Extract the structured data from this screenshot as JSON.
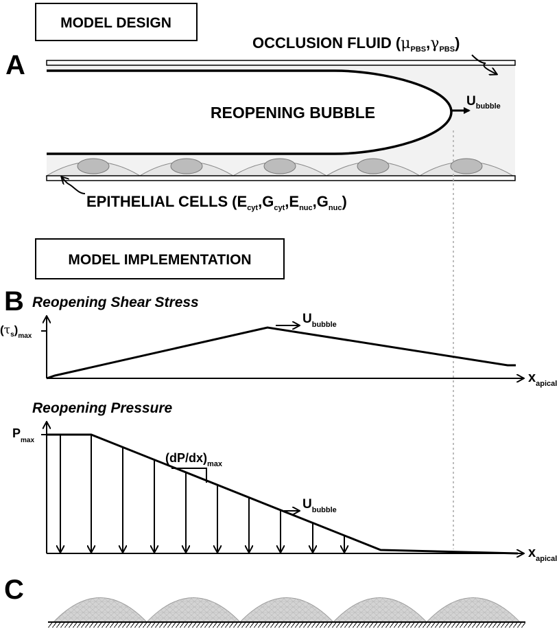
{
  "panels": {
    "a": {
      "letter": "A",
      "title": "MODEL DESIGN",
      "fluid_label": "OCCLUSION FLUID",
      "fluid_mu": "μ",
      "fluid_mu_sub": "PBS",
      "fluid_gamma": "γ",
      "fluid_gamma_sub": "PBS",
      "bubble_label": "REOPENING BUBBLE",
      "u_symbol": "U",
      "u_sub": "bubble",
      "cells_label": "EPITHELIAL CELLS",
      "cells_params": [
        {
          "sym": "E",
          "sub": "cyt"
        },
        {
          "sym": "G",
          "sub": "cyt"
        },
        {
          "sym": "E",
          "sub": "nuc"
        },
        {
          "sym": "G",
          "sub": "nuc"
        }
      ]
    },
    "b": {
      "letter": "B",
      "title": "MODEL IMPLEMENTATION",
      "shear": {
        "title": "Reopening Shear Stress",
        "y_tau": "τ",
        "y_sub_s": "s",
        "y_sub_max": "max",
        "u_symbol": "U",
        "u_sub": "bubble",
        "x_symbol": "x",
        "x_sub": "apical"
      },
      "pressure": {
        "title": "Reopening Pressure",
        "y_symbol": "P",
        "y_sub": "max",
        "slope_label": "(dP/dx)",
        "slope_sub": "max",
        "u_symbol": "U",
        "u_sub": "bubble",
        "x_symbol": "x",
        "x_sub": "apical"
      }
    },
    "c": {
      "letter": "C"
    }
  },
  "colors": {
    "fluid": "#f2f2f2",
    "cell": "#e6e6e6",
    "nucleus": "#bcbcbc",
    "mesh_cell": "#d4d4d4",
    "dotted_line": "#bbbbbb"
  }
}
